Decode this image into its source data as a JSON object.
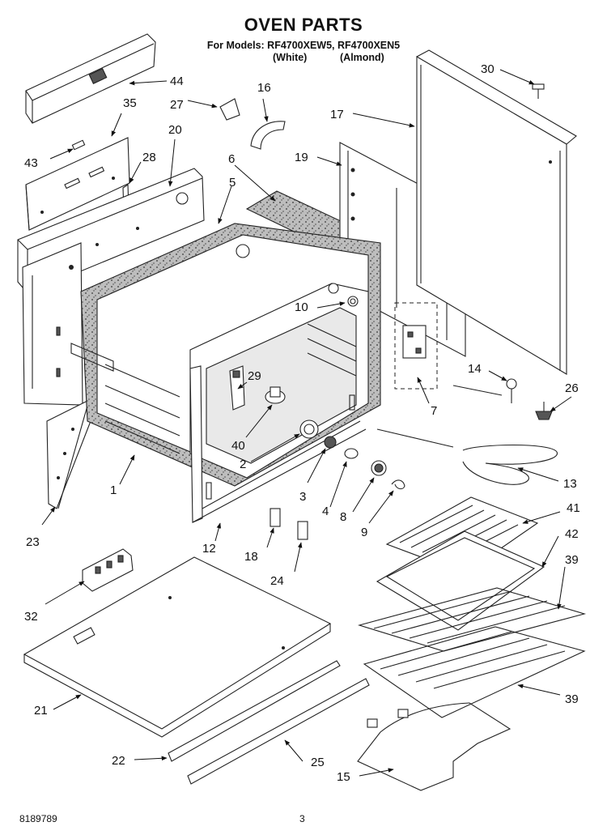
{
  "header": {
    "title": "OVEN PARTS",
    "models": "For Models: RF4700XEW5, RF4700XEN5",
    "variant_white": "(White)",
    "variant_almond": "(Almond)"
  },
  "footer": {
    "doc_number": "8189789",
    "page_number": "3"
  },
  "callouts": {
    "c1": "1",
    "c2": "2",
    "c3": "3",
    "c4": "4",
    "c5": "5",
    "c6": "6",
    "c7": "7",
    "c8": "8",
    "c9": "9",
    "c10": "10",
    "c12": "12",
    "c13": "13",
    "c14": "14",
    "c15": "15",
    "c16": "16",
    "c17": "17",
    "c18": "18",
    "c19": "19",
    "c20": "20",
    "c21": "21",
    "c22": "22",
    "c23": "23",
    "c24": "24",
    "c25": "25",
    "c26": "26",
    "c27": "27",
    "c28": "28",
    "c29": "29",
    "c30": "30",
    "c32": "32",
    "c35": "35",
    "c39a": "39",
    "c39b": "39",
    "c40": "40",
    "c41": "41",
    "c42": "42",
    "c43": "43",
    "c44": "44"
  }
}
